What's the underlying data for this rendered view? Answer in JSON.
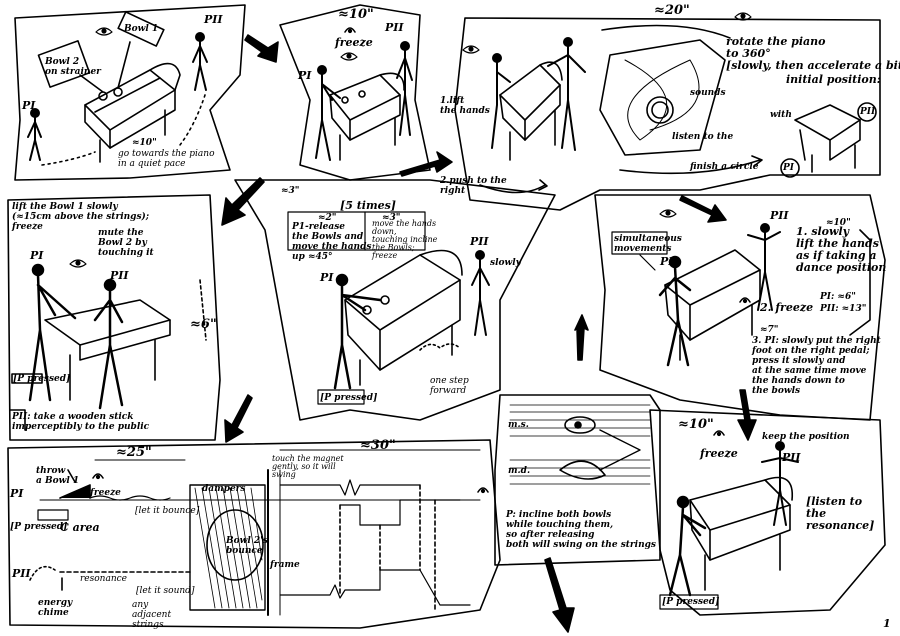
{
  "panels": {
    "p1": {
      "pI": "PI",
      "pII": "PII",
      "bowl2": "Bowl 2\non strainer",
      "bowl1": "Bowl 1",
      "dur": "≈10\"",
      "caption": "go towards the piano\nin a quiet pace"
    },
    "p2": {
      "dur": "≈10\"",
      "freeze": "freeze",
      "pI": "PI",
      "pII": "PII"
    },
    "p3": {
      "dur": "≈20\"",
      "lift": "1.lift\nthe hands",
      "push": "2.push to the\nright",
      "rotate": "rotate the piano\nto 360°\n[slowly, then accelerate a bit]",
      "initial": "initial position:",
      "with": "with",
      "finish": "finish a circle",
      "listen": "listen to the",
      "sounds": "sounds",
      "pI": "PI",
      "pII": "PII"
    },
    "p4": {
      "lift": "lift the Bowl 1 slowly\n(≈15cm above the strings);\nfreeze",
      "mute": "mute the\nBowl 2 by\ntouching it",
      "dur": "≈6\"",
      "pressed": "[P pressed]",
      "note": "PII: take a wooden stick\nimperceptibly to the public",
      "pI": "PI",
      "pII": "PII"
    },
    "p5": {
      "times": "[5 times]",
      "a": "≈2\"",
      "b": "≈3\"",
      "top": "≈3\"",
      "release": "P1-release\nthe Bowls and\nmove the hands\nup ≈45°",
      "move": "move the hands\ndown,\ntouching incline\nthe Bowls;\nfreeze",
      "slowly": "slowly",
      "step": "one step\nforward",
      "pressed": "[P pressed]",
      "pI": "PI",
      "pII": "PII"
    },
    "p6": {
      "sim": "simultaneous\nmovements",
      "step1": "1. slowly\nlift the hands\nas if taking a\ndance position",
      "dur10": "≈10\"",
      "freeze2": "2. freeze",
      "pi6": "PI: ≈6\"",
      "pii13": "PII: ≈13\"",
      "dur7": "≈7\"",
      "step3": "3. PI: slowly put the right\nfoot on the right pedal;\npress it slowly and\nat the same time move\nthe hands down to\nthe bowls",
      "pI": "PI",
      "pII": "PII"
    },
    "p7": {
      "dur25": "≈25\"",
      "throw": "throw\na Bowl 1",
      "freeze": "freeze",
      "pressed": "[P pressed]",
      "carea": "C area",
      "letbounce": "[let it bounce]",
      "resonance": "resonance",
      "letsound": "[let it sound]",
      "energy": "energy\nchime",
      "adjacent": "any\nadjacent\nstrings",
      "dampers": "dampers",
      "bowl": "Bowl 2's\nbounce",
      "frame": "frame",
      "touch": "touch the magnet\ngently, so it will\nswing",
      "dur30": "≈30\"",
      "pI": "PI",
      "pII": "PII"
    },
    "p8": {
      "ms": "m.s.",
      "md": "m.d.",
      "incline": "P: incline both bowls\nwhile touching them,\nso after releasing\nboth will swing on the strings"
    },
    "p9": {
      "dur": "≈10\"",
      "freeze": "freeze",
      "keep": "keep the position",
      "listen": "[listen to\nthe\nresonance]",
      "pressed": "[P pressed]",
      "pII": "PII"
    },
    "page": "1"
  },
  "icons": [
    "eye-icon",
    "fermata-icon",
    "pointing-arrow-icon",
    "piano-icon",
    "stick-figure-icon"
  ]
}
